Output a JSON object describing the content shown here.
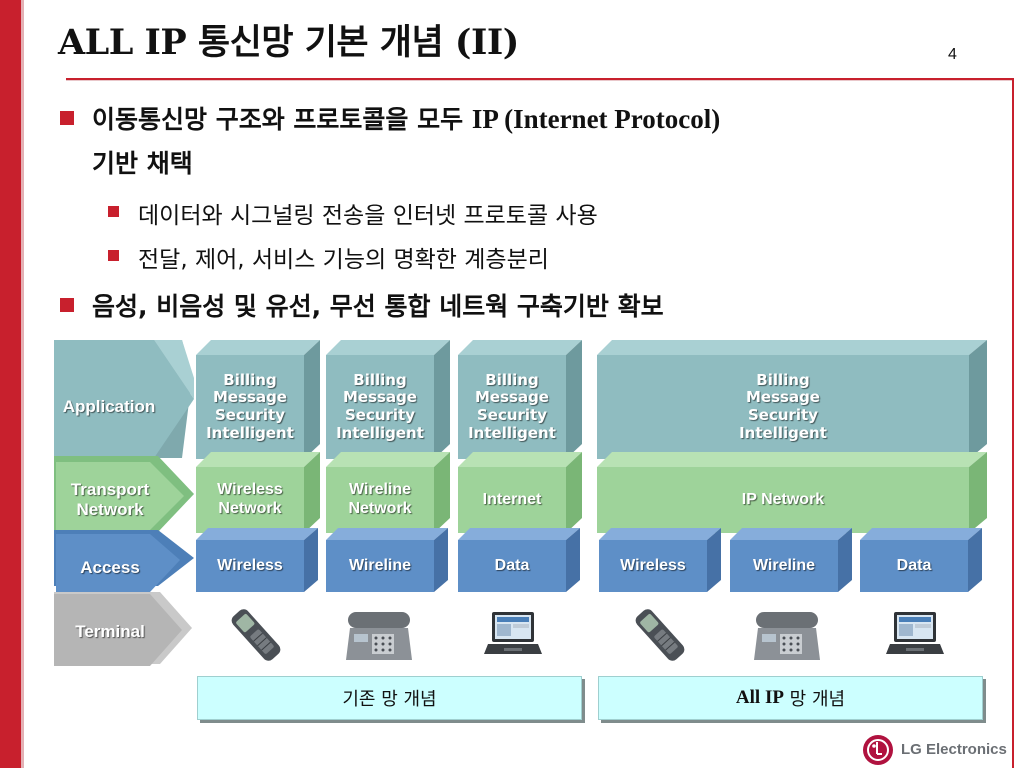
{
  "slide": {
    "title": "ALL IP 통신망 기본 개념 (II)",
    "page_number": "4"
  },
  "bullets": [
    {
      "level": 1,
      "line1": "이동통신망 구조와 프로토콜을 모두 ",
      "line1_latin": "IP (Internet Protocol)",
      "line2": "기반 채택"
    },
    {
      "level": 2,
      "text": "데이터와 시그널링 전송을 인터넷 프로토콜 사용"
    },
    {
      "level": 2,
      "text": "전달, 제어, 서비스 기능의 명확한 계층분리"
    },
    {
      "level": 1,
      "text": "음성, 비음성 및 유선, 무선 통합 네트웍 구축기반 확보"
    }
  ],
  "layers": {
    "application": "Application",
    "transport": "Transport Network",
    "access": "Access",
    "terminal": "Terminal"
  },
  "service_label": "Billing Message Security Intelligent",
  "legacy": {
    "transport": [
      "Wireless Network",
      "Wireline Network",
      "Internet"
    ],
    "access": [
      "Wireless",
      "Wireline",
      "Data"
    ],
    "caption": "기존 망 개념"
  },
  "allip": {
    "transport": "IP Network",
    "access": [
      "Wireless",
      "Wireline",
      "Data"
    ],
    "caption_latin": "All IP",
    "caption_rest": " 망 개념"
  },
  "devices": [
    "mobile-phone-icon",
    "desk-phone-icon",
    "laptop-icon",
    "mobile-phone-icon",
    "desk-phone-icon",
    "laptop-icon"
  ],
  "logo": {
    "text": "LG Electronics"
  },
  "colors": {
    "accent": "#c8202d",
    "application": "#8fbcc0",
    "transport": "#9ed39a",
    "access": "#5e8fc7",
    "terminal": "#b5b5b5",
    "caption_bg": "#ccffff"
  }
}
